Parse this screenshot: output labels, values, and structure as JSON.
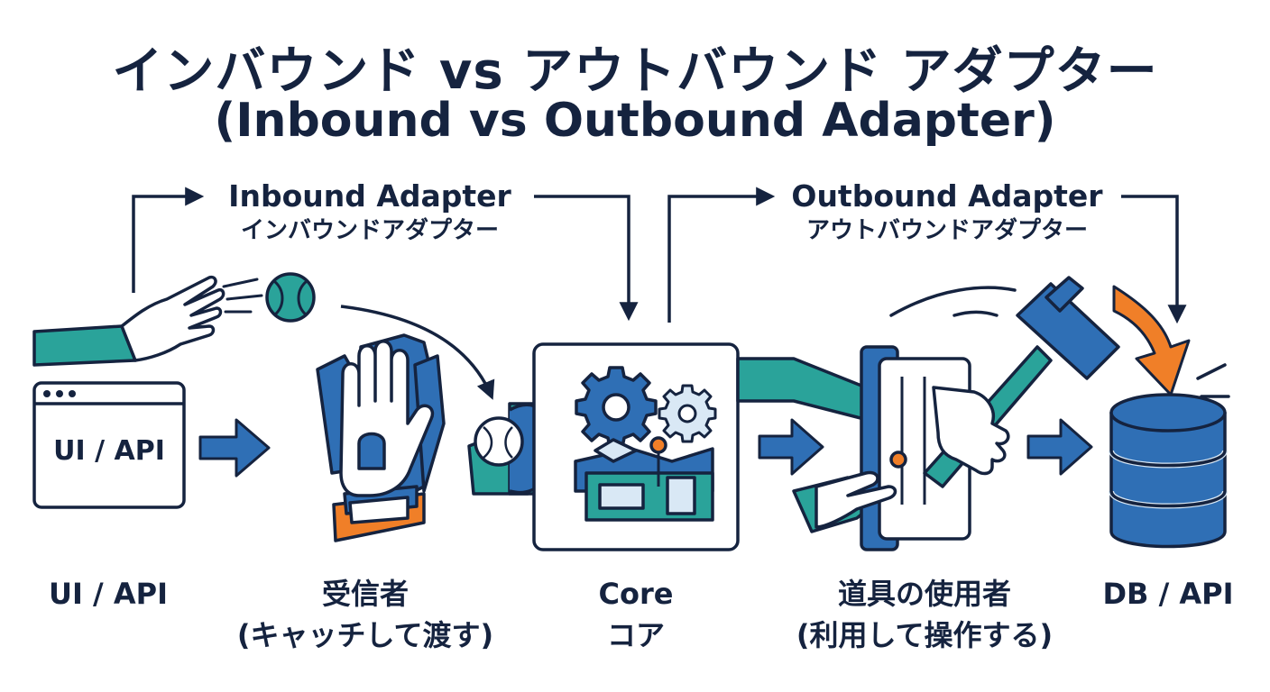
{
  "title": {
    "line1": "インバウンド vs アウトバウンド アダプター",
    "line2": "(Inbound vs Outbound Adapter)"
  },
  "inbound": {
    "label_en": "Inbound Adapter",
    "label_ja": "インバウンドアダプター"
  },
  "outbound": {
    "label_en": "Outbound Adapter",
    "label_ja": "アウトバウンドアダプター"
  },
  "nodes": [
    {
      "box_text": "UI / API",
      "label_line1": "UI / API",
      "label_line2": ""
    },
    {
      "label_line1": "受信者",
      "label_line2": "(キャッチして渡す)"
    },
    {
      "label_line1": "Core",
      "label_line2": "コア"
    },
    {
      "label_line1": "道具の使用者",
      "label_line2": "(利用して操作する)"
    },
    {
      "label_line1": "DB / API",
      "label_line2": ""
    }
  ],
  "colors": {
    "navy": "#15233f",
    "blue": "#2f6fb5",
    "teal": "#2aa39a",
    "orange": "#f07f28",
    "light_blue": "#d9e8f5"
  },
  "icons": [
    "pitching-hand-icon",
    "baseball-icon",
    "glove-icon",
    "gear-icon",
    "machine-icon",
    "hammer-icon",
    "database-icon"
  ]
}
